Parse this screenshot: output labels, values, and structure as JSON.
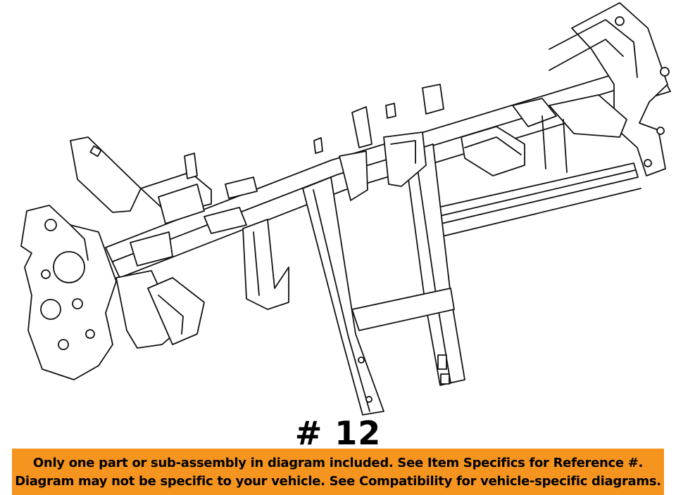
{
  "diagram": {
    "subject": "dashboard-cross-car-beam-line-drawing",
    "line_color": "#111111",
    "background_color": "#ffffff"
  },
  "part_label": "# 12",
  "notice": {
    "background_color": "#f5941f",
    "line1": "Only one part or sub-assembly in diagram included. See Item Specifics for Reference #.",
    "line2": "Diagram may not be specific to your vehicle. See Compatibility for vehicle-specific diagrams."
  }
}
